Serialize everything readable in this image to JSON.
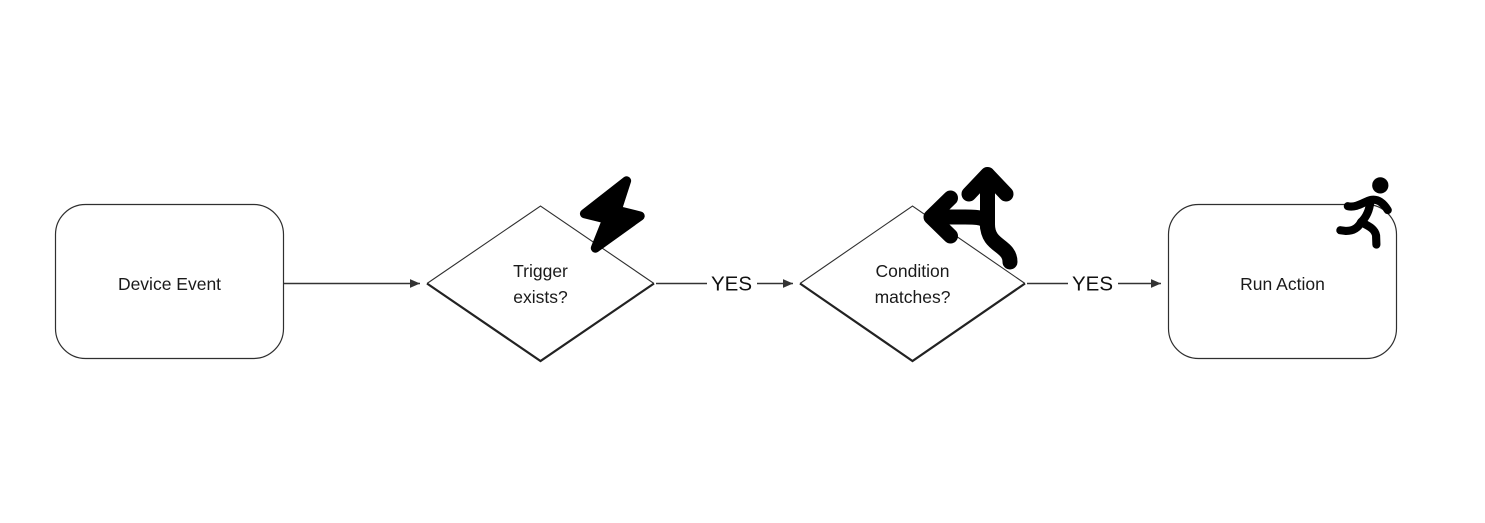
{
  "canvas": {
    "background": "#ffffff"
  },
  "nodes": {
    "device_event": {
      "shape": "rounded-rectangle",
      "label": "Device Event"
    },
    "trigger_exists": {
      "shape": "diamond",
      "label_line1": "Trigger",
      "label_line2": "exists?",
      "icon": "lightning-bolt-icon"
    },
    "condition_matches": {
      "shape": "diamond",
      "label_line1": "Condition",
      "label_line2": "matches?",
      "icon": "split-arrows-icon"
    },
    "run_action": {
      "shape": "rounded-rectangle",
      "label": "Run Action",
      "icon": "running-person-icon"
    }
  },
  "edges": {
    "device_to_trigger": {
      "label": ""
    },
    "trigger_to_condition": {
      "label": "YES"
    },
    "condition_to_action": {
      "label": "YES"
    }
  },
  "colors": {
    "node_stroke": "#2f2f2f",
    "node_fill": "#ffffff",
    "edge_stroke": "#333333",
    "icon_fill": "#000000",
    "text": "#1a1a1a"
  }
}
